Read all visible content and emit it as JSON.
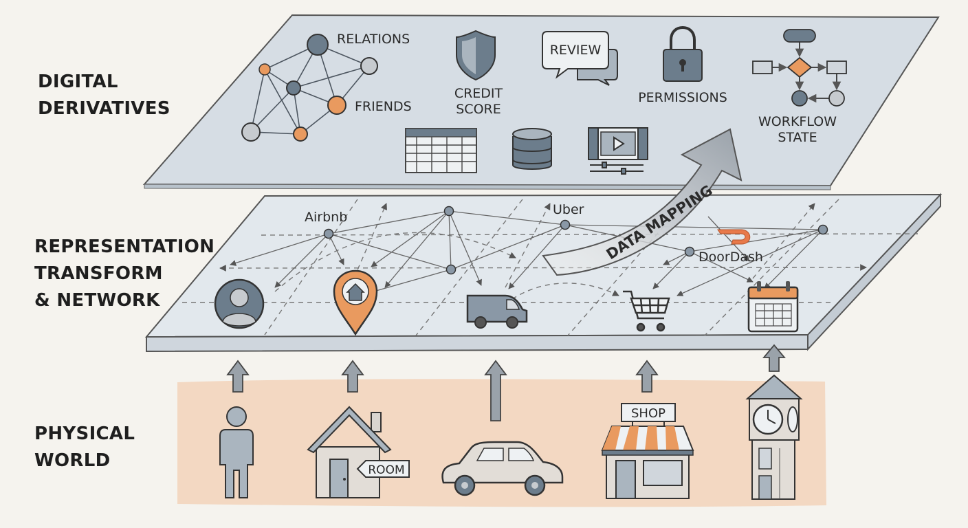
{
  "layers": {
    "digital": {
      "line1": "DIGITAL",
      "line2": "DERIVATIVES"
    },
    "representation": {
      "line1": "REPRESENTATION",
      "line2": "TRANSFORM",
      "line3": "& NETWORK"
    },
    "physical": {
      "line1": "PHYSICAL",
      "line2": "WORLD"
    }
  },
  "digital_items": {
    "relations": "RELATIONS",
    "friends": "FRIENDS",
    "credit_line1": "CREDIT",
    "credit_line2": "SCORE",
    "review": "REVIEW",
    "permissions": "PERMISSIONS",
    "workflow_line1": "WORKFLOW",
    "workflow_line2": "STATE"
  },
  "network_labels": {
    "airbnb": "Airbnb",
    "uber": "Uber",
    "doordash": "DoorDash",
    "data_mapping": "DATA MAPPING"
  },
  "physical_items": {
    "room": "ROOM",
    "shop": "SHOP"
  },
  "colors": {
    "background": "#f5f3ee",
    "panel": "#d6dde4",
    "orange": "#e99a5f",
    "slate": "#6c7d8c",
    "sand": "#f3d5bd",
    "outline": "#4a4a4a"
  },
  "icons": [
    "relations-network-icon",
    "shield-icon",
    "review-bubble-icon",
    "padlock-icon",
    "workflow-icon",
    "spreadsheet-icon",
    "database-icon",
    "video-icon",
    "person-avatar-icon",
    "home-pin-icon",
    "van-icon",
    "cart-icon",
    "calendar-icon",
    "doordash-logo",
    "person-icon",
    "house-icon",
    "car-icon",
    "shop-icon",
    "clock-tower-icon"
  ]
}
